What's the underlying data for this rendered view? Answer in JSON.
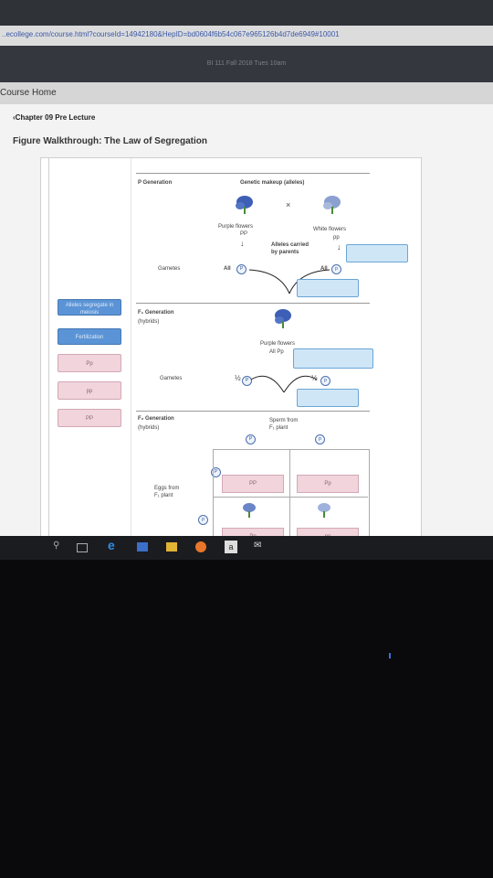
{
  "browser": {
    "url": "..ecollege.com/course.html?courseId=14942180&HepID=bd0604f6b54c067e965126b4d7de6949#10001"
  },
  "header": {
    "course_title": "BI 111 Fall 2018 Tues 10am"
  },
  "nav": {
    "course_home": "Course Home",
    "chapter": "Chapter 09 Pre Lecture",
    "figure_title": "Figure Walkthrough: The Law of Segregation"
  },
  "labels": {
    "items": [
      "Alleles segregate in meiosis",
      "Fertilization",
      "Pp",
      "pp",
      "PP"
    ]
  },
  "figure": {
    "p_generation": "P Generation",
    "genetic_makeup": "Genetic makeup (alleles)",
    "cross": "×",
    "purple_flowers": "Purple flowers",
    "white_flowers": "White flowers",
    "PP": "PP",
    "pp": "pp",
    "alleles_carried": "Alleles carried",
    "by_parents": "by parents",
    "gametes": "Gametes",
    "all": "All",
    "P": "P",
    "p": "p",
    "f1_generation": "F₁ Generation",
    "hybrids": "(hybrids)",
    "purple_flowers_f1": "Purple flowers",
    "all_Pp": "All Pp",
    "gametes_f1": "Gametes",
    "half": "½",
    "f2_generation": "F₂ Generation",
    "hybrids_f2": "(hybrids)",
    "sperm_from": "Sperm from",
    "f1_plant": "F₁ plant",
    "eggs_from": "Eggs from",
    "f1_plant_eggs": "F₁ plant",
    "cell_PP": "PP",
    "cell_Pp": "Pp",
    "cell_Pp2": "Pp",
    "cell_pp": "pp"
  },
  "colors": {
    "blue_label": "#5b94d6",
    "pink_label": "#f1d4dc",
    "dropzone": "#cfe6f7"
  }
}
